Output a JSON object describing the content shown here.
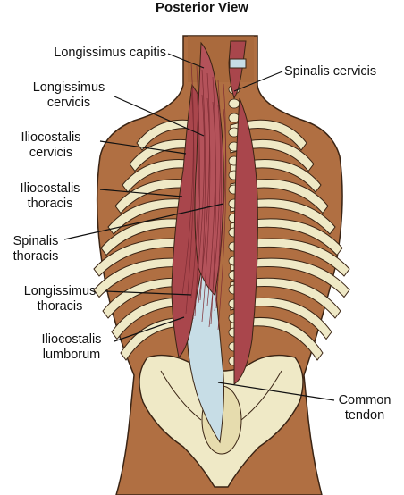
{
  "figure": {
    "title": "Posterior View",
    "labels": {
      "longissimus_capitis": "Longissimus capitis",
      "spinalis_cervicis": "Spinalis cervicis",
      "longissimus_cervicis": [
        "Longissimus",
        "cervicis"
      ],
      "iliocostalis_cervicis": [
        "Iliocostalis",
        "cervicis"
      ],
      "iliocostalis_thoracis": [
        "Iliocostalis",
        "thoracis"
      ],
      "spinalis_thoracis": [
        "Spinalis",
        "thoracis"
      ],
      "longissimus_thoracis": [
        "Longissimus",
        "thoracis"
      ],
      "iliocostalis_lumborum": [
        "Iliocostalis",
        "lumborum"
      ],
      "common_tendon": [
        "Common",
        "tendon"
      ]
    }
  },
  "colors": {
    "skin": "#b06f42",
    "skin_outline": "#3a2414",
    "bone": "#efe9c6",
    "bone_shade": "#d9d0a1",
    "muscle": "#a9464c",
    "muscle_dark": "#7e2c33",
    "tendon": "#c7dde6",
    "line": "#111111"
  }
}
